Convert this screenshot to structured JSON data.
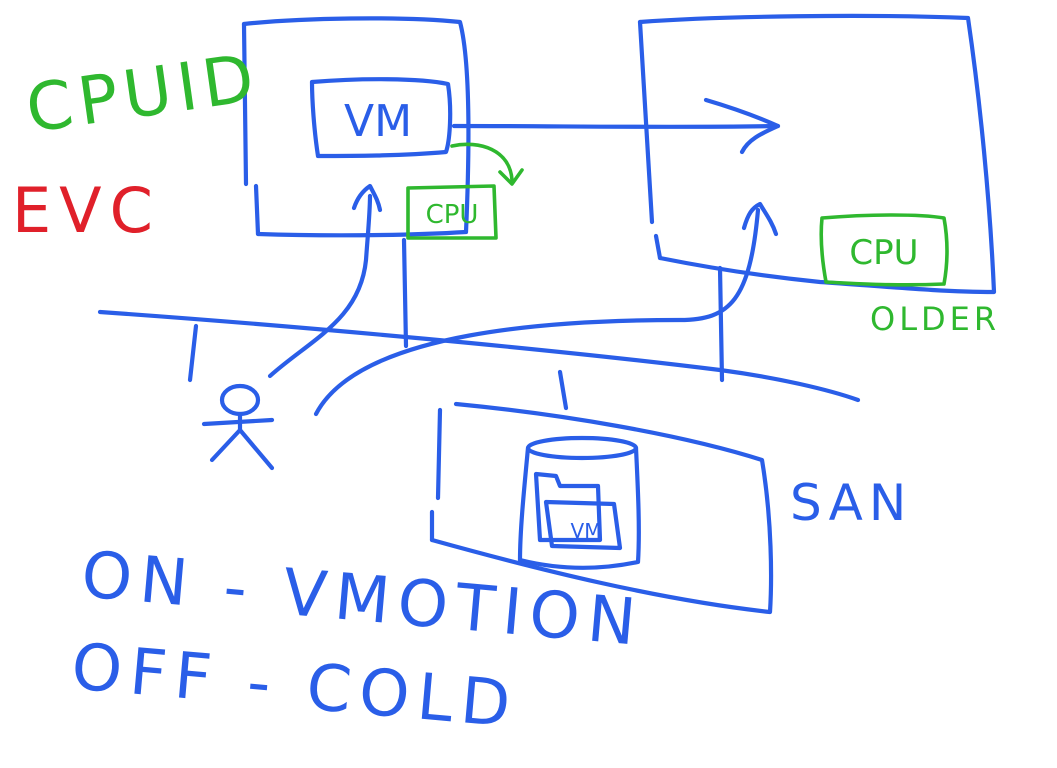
{
  "labels": {
    "cpuid": "CPUID",
    "evc": "EVC",
    "vm": "VM",
    "cpu_source": "CPU",
    "cpu_target": "CPU",
    "older": "OLDER",
    "san": "SAN",
    "san_vm": "VM",
    "on_line": "ON - VMOTION",
    "off_line": "OFF - COLD"
  },
  "colors": {
    "blue_ink": "#2a5ee8",
    "green_ink": "#2fb82f",
    "red_ink": "#e0202a"
  }
}
